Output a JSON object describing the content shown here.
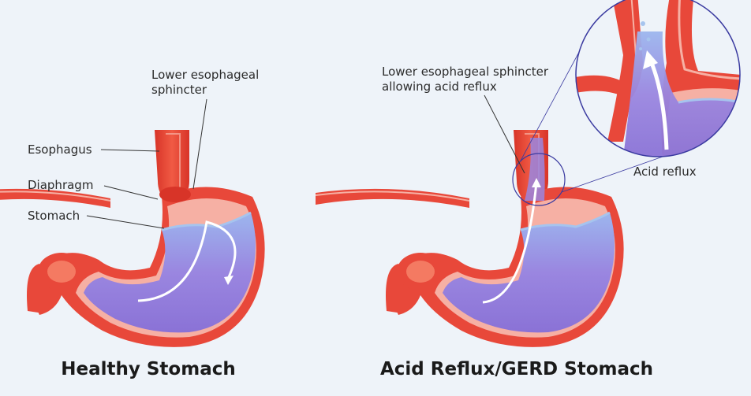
{
  "healthy": {
    "labels": {
      "sphincter_line1": "Lower esophageal",
      "sphincter_line2": "sphincter",
      "esophagus": "Esophagus",
      "diaphragm": "Diaphragm",
      "stomach": "Stomach"
    },
    "caption": "Healthy Stomach"
  },
  "gerd": {
    "labels": {
      "sphincter_line1": "Lower esophageal sphincter",
      "sphincter_line2": "allowing acid reflux",
      "acid_reflux": "Acid reflux"
    },
    "caption": "Acid Reflux/GERD Stomach"
  },
  "colors": {
    "background": "#eef3f9",
    "tissue": "#e8483a",
    "tissue_light": "#f47a62",
    "lining": "#f6b0a4",
    "acid": "#9a86e0",
    "acid_surface": "#a6c4ee",
    "zoom_ring": "#3a3aa0",
    "arrow": "#ffffff"
  }
}
